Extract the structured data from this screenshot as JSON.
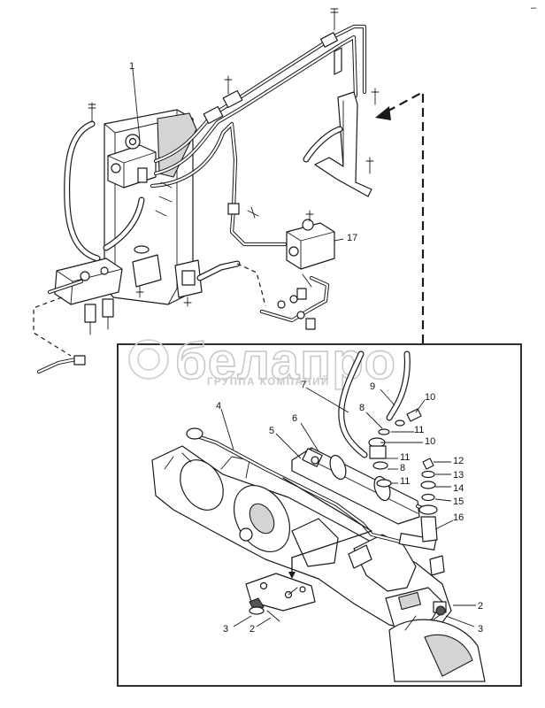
{
  "callouts": {
    "c1": "1",
    "c17": "17",
    "c4": "4",
    "c5": "5",
    "c6": "6",
    "c7": "7",
    "c8a": "8",
    "c9": "9",
    "c10a": "10",
    "c11a": "11",
    "c10b": "10",
    "c11b": "11",
    "c8b": "8",
    "c11c": "11",
    "c12": "12",
    "c13": "13",
    "c14": "14",
    "c15": "15",
    "c16": "16",
    "c2a": "2",
    "c3a": "3",
    "c3b": "3",
    "c2b": "2"
  },
  "watermark": {
    "brand": "белапро",
    "tagline": "ГРУППА КОМПАНИЙ"
  },
  "corner_mark": "–"
}
